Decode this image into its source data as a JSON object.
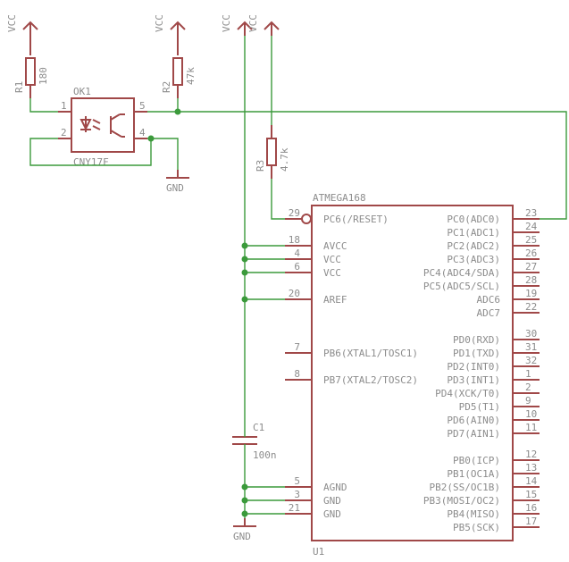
{
  "vcc_labels": [
    "VCC",
    "VCC",
    "VCC",
    "VCC"
  ],
  "gnd_labels": [
    "GND",
    "GND"
  ],
  "r1": {
    "name": "R1",
    "value": "180"
  },
  "r2": {
    "name": "R2",
    "value": "47k"
  },
  "r3": {
    "name": "R3",
    "value": "4.7k"
  },
  "ok1": {
    "name": "OK1",
    "part": "CNY17F",
    "pins": [
      "1",
      "2",
      "5",
      "4"
    ]
  },
  "c1": {
    "name": "C1",
    "value": "100n"
  },
  "u1": {
    "title": "ATMEGA168",
    "ref": "U1",
    "left_pins": [
      {
        "num": "29",
        "name": "PC6(/RESET)"
      },
      {
        "num": "18",
        "name": "AVCC"
      },
      {
        "num": "4",
        "name": "VCC"
      },
      {
        "num": "6",
        "name": "VCC"
      },
      {
        "num": "20",
        "name": "AREF"
      },
      {
        "num": "7",
        "name": "PB6(XTAL1/TOSC1)"
      },
      {
        "num": "8",
        "name": "PB7(XTAL2/TOSC2)"
      },
      {
        "num": "5",
        "name": "AGND"
      },
      {
        "num": "3",
        "name": "GND"
      },
      {
        "num": "21",
        "name": "GND"
      }
    ],
    "right_pins": [
      {
        "num": "23",
        "name": "PC0(ADC0)"
      },
      {
        "num": "24",
        "name": "PC1(ADC1)"
      },
      {
        "num": "25",
        "name": "PC2(ADC2)"
      },
      {
        "num": "26",
        "name": "PC3(ADC3)"
      },
      {
        "num": "27",
        "name": "PC4(ADC4/SDA)"
      },
      {
        "num": "28",
        "name": "PC5(ADC5/SCL)"
      },
      {
        "num": "19",
        "name": "ADC6"
      },
      {
        "num": "22",
        "name": "ADC7"
      },
      {
        "num": "30",
        "name": "PD0(RXD)"
      },
      {
        "num": "31",
        "name": "PD1(TXD)"
      },
      {
        "num": "32",
        "name": "PD2(INT0)"
      },
      {
        "num": "1",
        "name": "PD3(INT1)"
      },
      {
        "num": "2",
        "name": "PD4(XCK/T0)"
      },
      {
        "num": "9",
        "name": "PD5(T1)"
      },
      {
        "num": "10",
        "name": "PD6(AIN0)"
      },
      {
        "num": "11",
        "name": "PD7(AIN1)"
      },
      {
        "num": "12",
        "name": "PB0(ICP)"
      },
      {
        "num": "13",
        "name": "PB1(OC1A)"
      },
      {
        "num": "14",
        "name": "PB2(SS/OC1B)"
      },
      {
        "num": "15",
        "name": "PB3(MOSI/OC2)"
      },
      {
        "num": "16",
        "name": "PB4(MISO)"
      },
      {
        "num": "17",
        "name": "PB5(SCK)"
      }
    ]
  },
  "colors": {
    "wire": "#3b9a3b",
    "part": "#a04848",
    "text": "#8c8c8c",
    "background": "#ffffff"
  }
}
